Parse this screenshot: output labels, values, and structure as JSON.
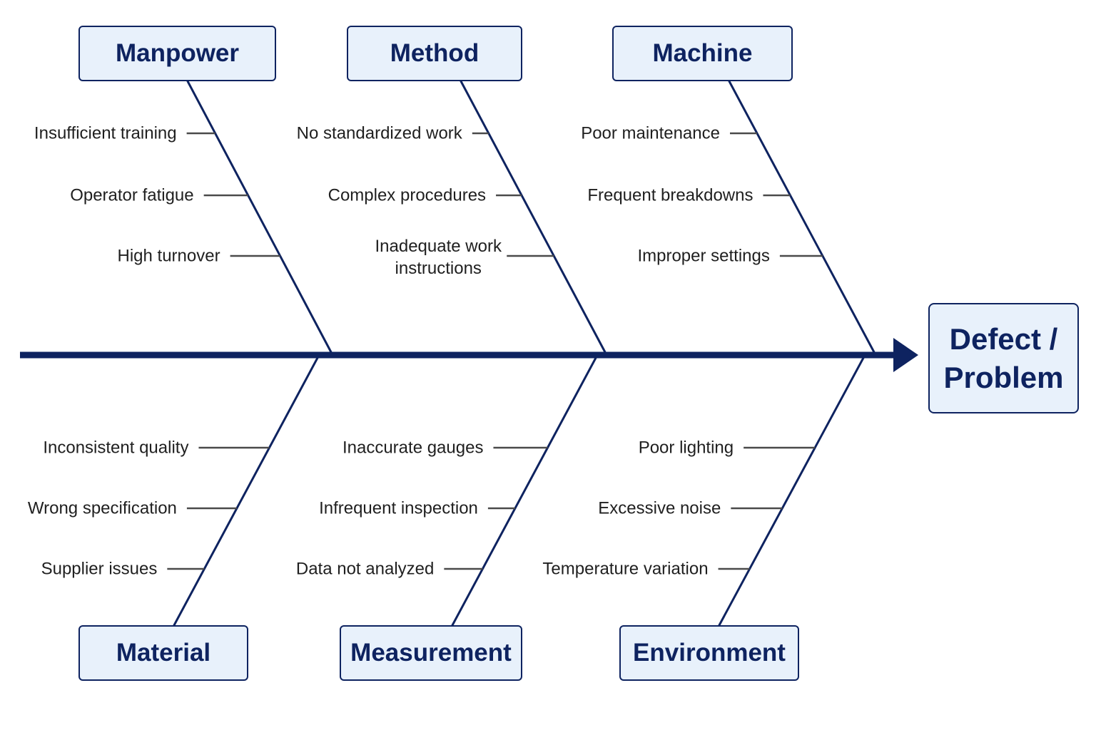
{
  "effect": {
    "label": "Defect /\nProblem"
  },
  "categories": [
    {
      "name": "Manpower",
      "causes": [
        "Insufficient training",
        "Operator fatigue",
        "High turnover"
      ]
    },
    {
      "name": "Method",
      "causes": [
        "No standardized work",
        "Complex procedures",
        "Inadequate work\ninstructions"
      ]
    },
    {
      "name": "Machine",
      "causes": [
        "Poor maintenance",
        "Frequent breakdowns",
        "Improper settings"
      ]
    },
    {
      "name": "Material",
      "causes": [
        "Inconsistent quality",
        "Wrong specification",
        "Supplier issues"
      ]
    },
    {
      "name": "Measurement",
      "causes": [
        "Inaccurate gauges",
        "Infrequent inspection",
        "Data not analyzed"
      ]
    },
    {
      "name": "Environment",
      "causes": [
        "Poor lighting",
        "Excessive noise",
        "Temperature variation"
      ]
    }
  ],
  "colors": {
    "line": "#0e2360",
    "box_fill": "#e8f1fb",
    "tick": "#4a4a4a",
    "text": "#1f1f1f"
  }
}
